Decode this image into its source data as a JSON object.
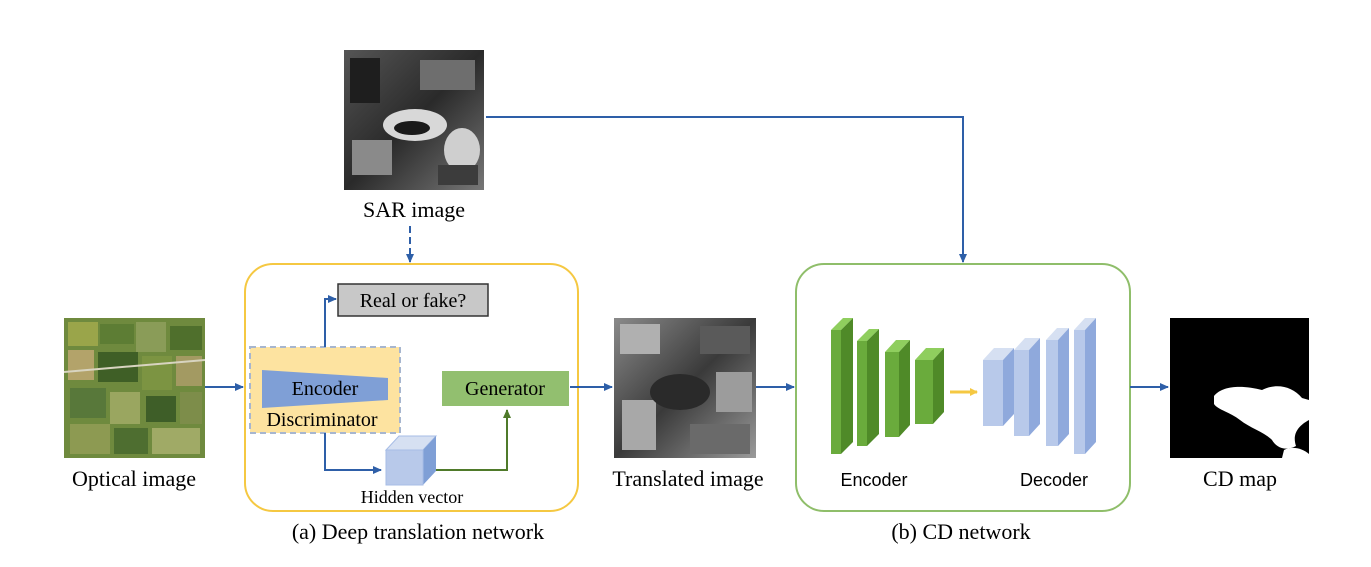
{
  "inputs": {
    "sar_label": "SAR image",
    "optical_label": "Optical image"
  },
  "translation_block": {
    "caption": "(a) Deep translation network",
    "real_or_fake": "Real or fake?",
    "encoder": "Encoder",
    "discriminator": "Discriminator",
    "generator": "Generator",
    "hidden_vector": "Hidden vector"
  },
  "translated": {
    "label": "Translated image"
  },
  "cd_block": {
    "caption": "(b) CD network",
    "encoder": "Encoder",
    "decoder": "Decoder"
  },
  "output": {
    "label": "CD map"
  },
  "colors": {
    "yellow_border": "#f5c842",
    "disc_fill": "#fde3a0",
    "green_border": "#8fbe6a",
    "generator_fill": "#92bf6f",
    "encoder_fill": "#7f9fd6",
    "arrow_blue": "#2e5fa8",
    "arrow_green": "#4f7a2a",
    "enc_green": "#6aab3c",
    "dec_blue": "#a7bde6"
  }
}
